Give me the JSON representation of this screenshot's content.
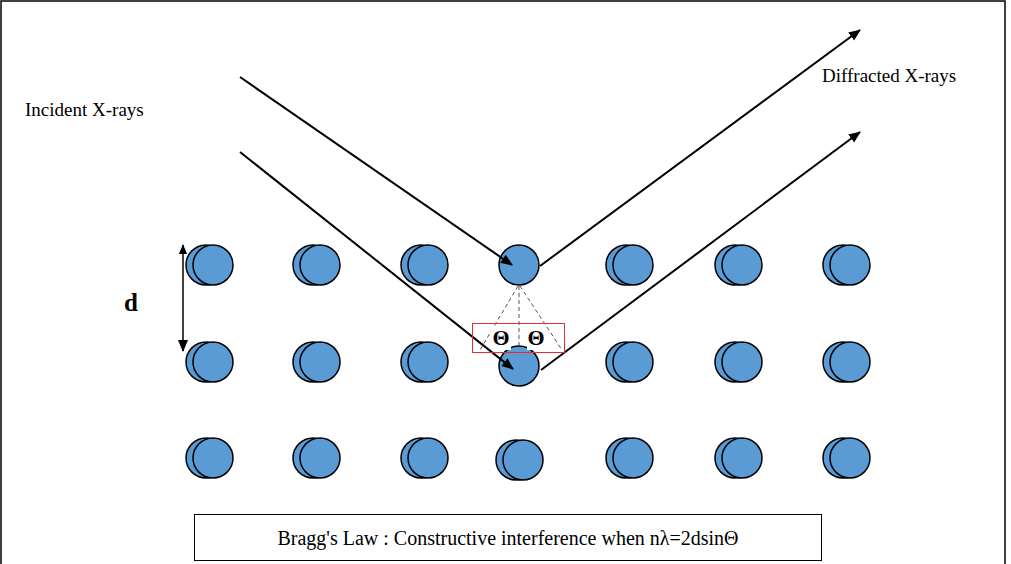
{
  "diagram": {
    "nodes": [
      {
        "text": [
          "Θ",
          "Θ"
        ]
      },
      {
        "text": [
          "Bragg's Law : Constructive interference when nλ=2dsinΘ"
        ]
      }
    ],
    "labels": [
      "Incident X-rays",
      "Diffracted X-rays",
      "d"
    ]
  }
}
